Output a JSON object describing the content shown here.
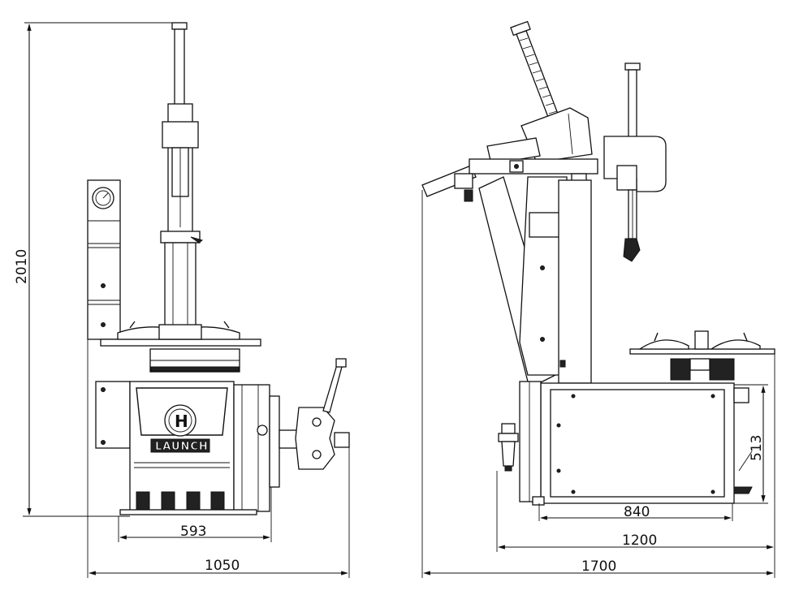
{
  "dimensions": {
    "height_total": "2010",
    "front_base_width": "593",
    "front_total_width": "1050",
    "side_body_width": "840",
    "side_table_width": "1200",
    "side_total_width": "1700",
    "side_body_height": "513"
  },
  "branding": {
    "logo_text": "LAUNCH",
    "logo_mark": "H"
  },
  "colors": {
    "line": "#111111",
    "background": "#ffffff"
  }
}
